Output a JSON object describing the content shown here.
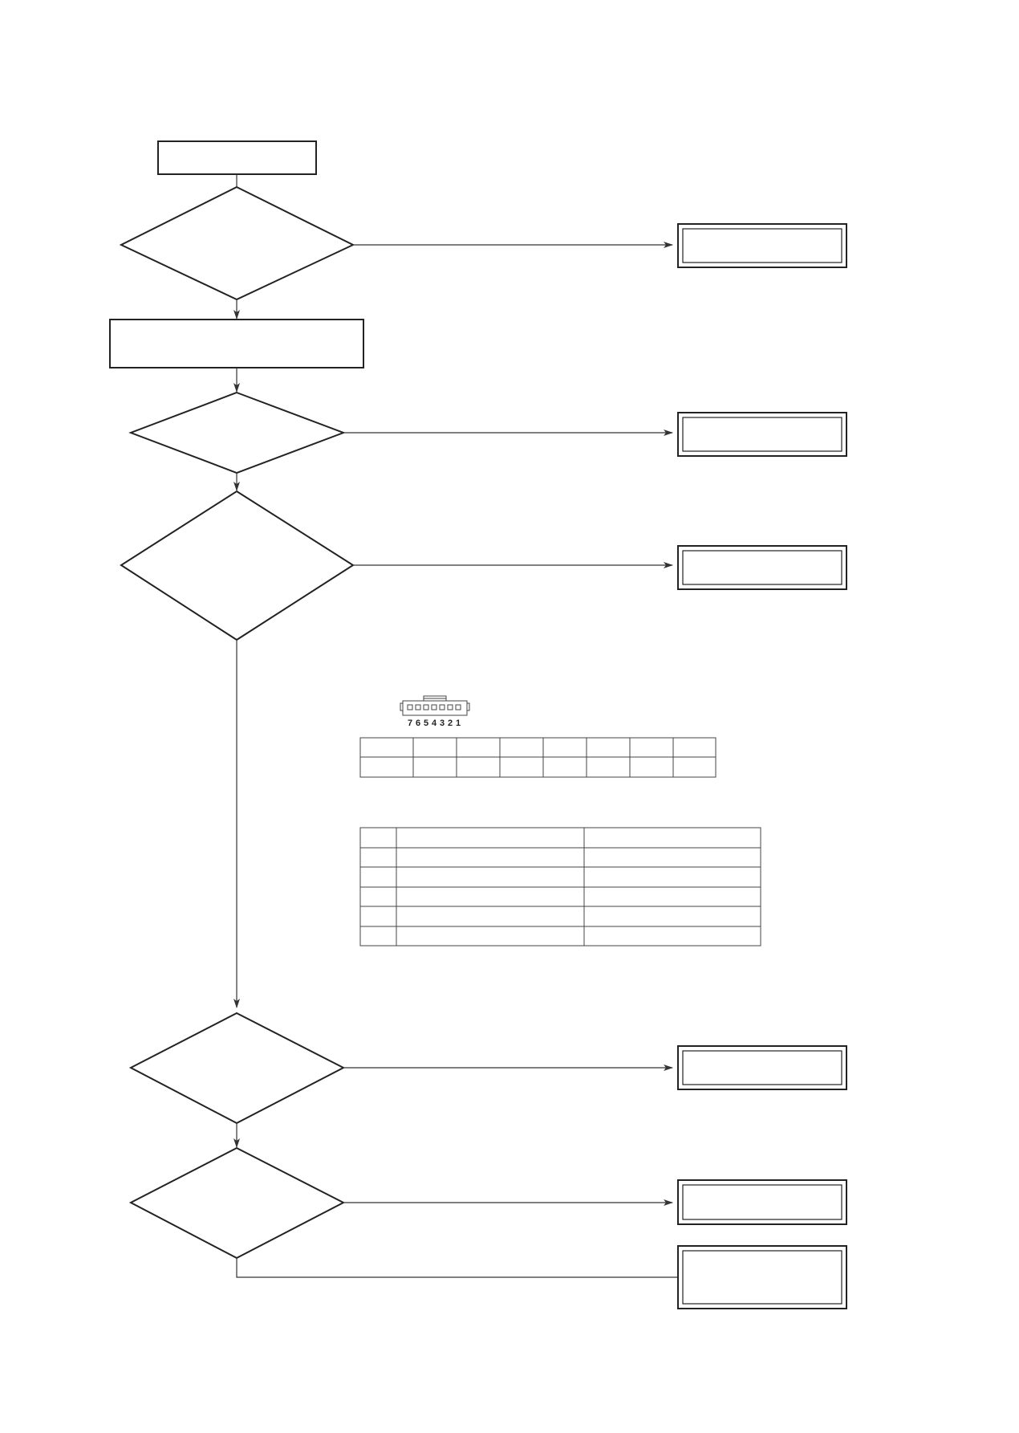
{
  "diagram": {
    "connector_pin_labels": [
      "7",
      "6",
      "5",
      "4",
      "3",
      "2",
      "1"
    ],
    "colors": {
      "line": "#333333",
      "background": "#ffffff"
    }
  }
}
